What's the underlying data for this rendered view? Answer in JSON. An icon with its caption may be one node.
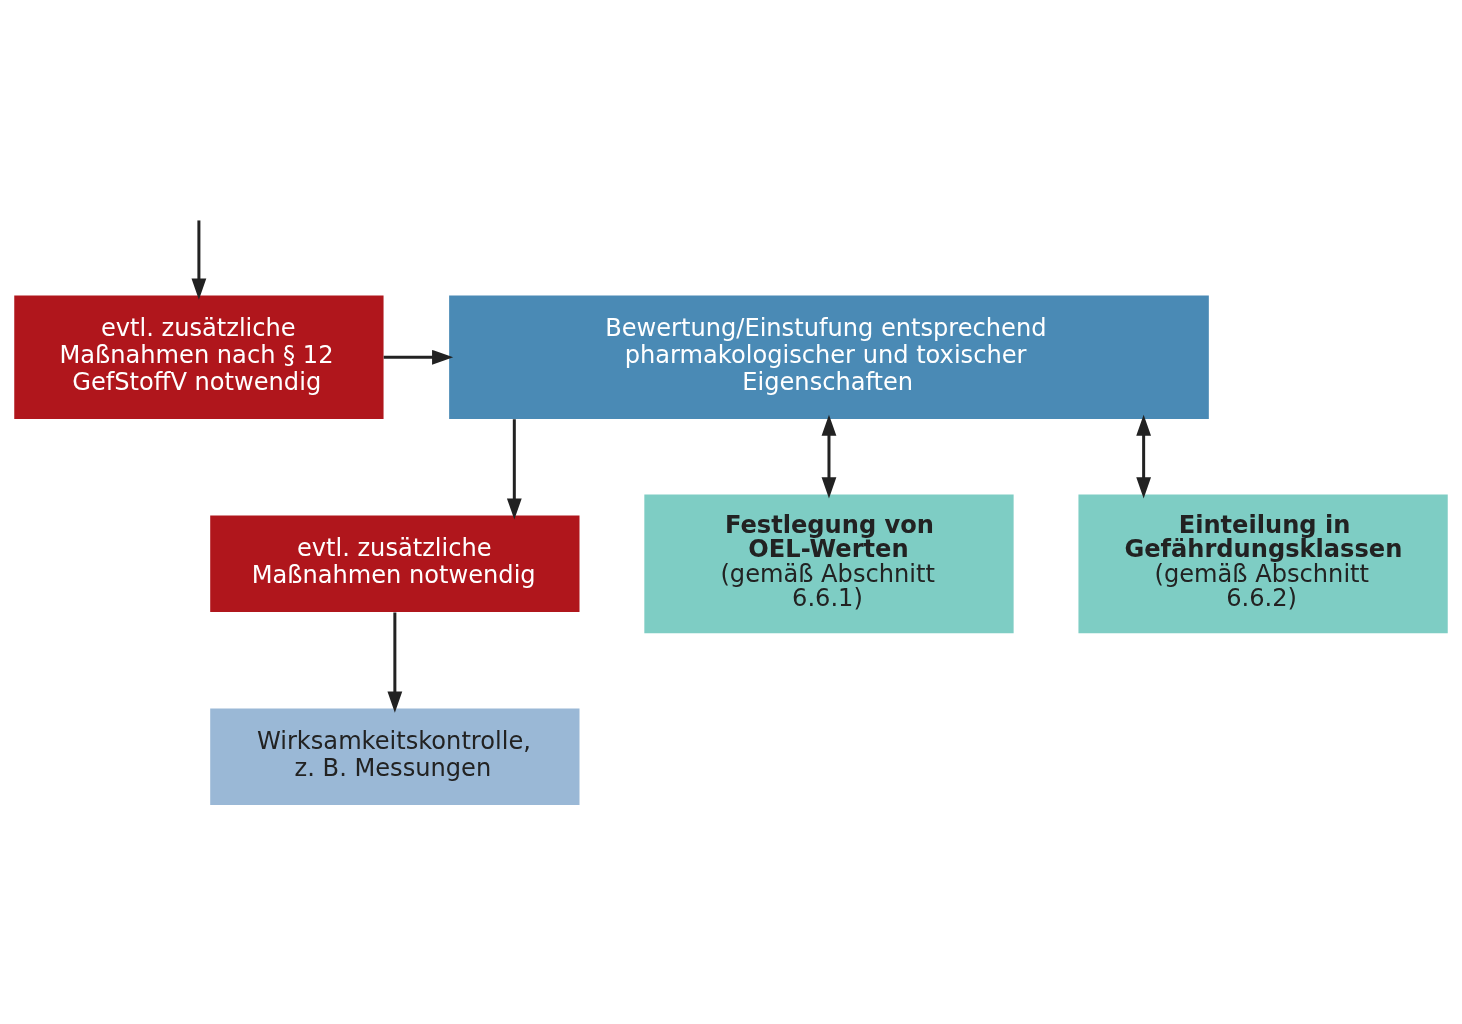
{
  "diagram": {
    "nodes": [
      {
        "text": [
          "evtl. zusätzliche Maßnahmen nach § 12 GefStoffV notwendig"
        ]
      },
      {
        "text": [
          "Bewertung/Einstufung entsprechend pharmakologischer und toxischer Eigenschaften"
        ]
      },
      {
        "text": [
          "evtl. zusätzliche Maßnahmen notwendig"
        ]
      },
      {
        "text": [
          "Festlegung von OEL-Werten",
          "(gemäß Abschnitt 6.6.1)"
        ]
      },
      {
        "text": [
          "Einteilung in Gefährdungsklassen",
          "(gemäß Abschnitt 6.6.2)"
        ]
      },
      {
        "text": [
          "Wirksamkeitskontrolle, z. B. Messungen"
        ]
      }
    ],
    "edges": [
      {
        "from": null,
        "to": 0,
        "arrow": "to"
      },
      {
        "from": 0,
        "to": 1,
        "arrow": "to"
      },
      {
        "from": 1,
        "to": 2,
        "arrow": "to"
      },
      {
        "from": 1,
        "to": 3,
        "arrow": "both"
      },
      {
        "from": 1,
        "to": 4,
        "arrow": "both"
      },
      {
        "from": 2,
        "to": 5,
        "arrow": "to"
      }
    ]
  }
}
